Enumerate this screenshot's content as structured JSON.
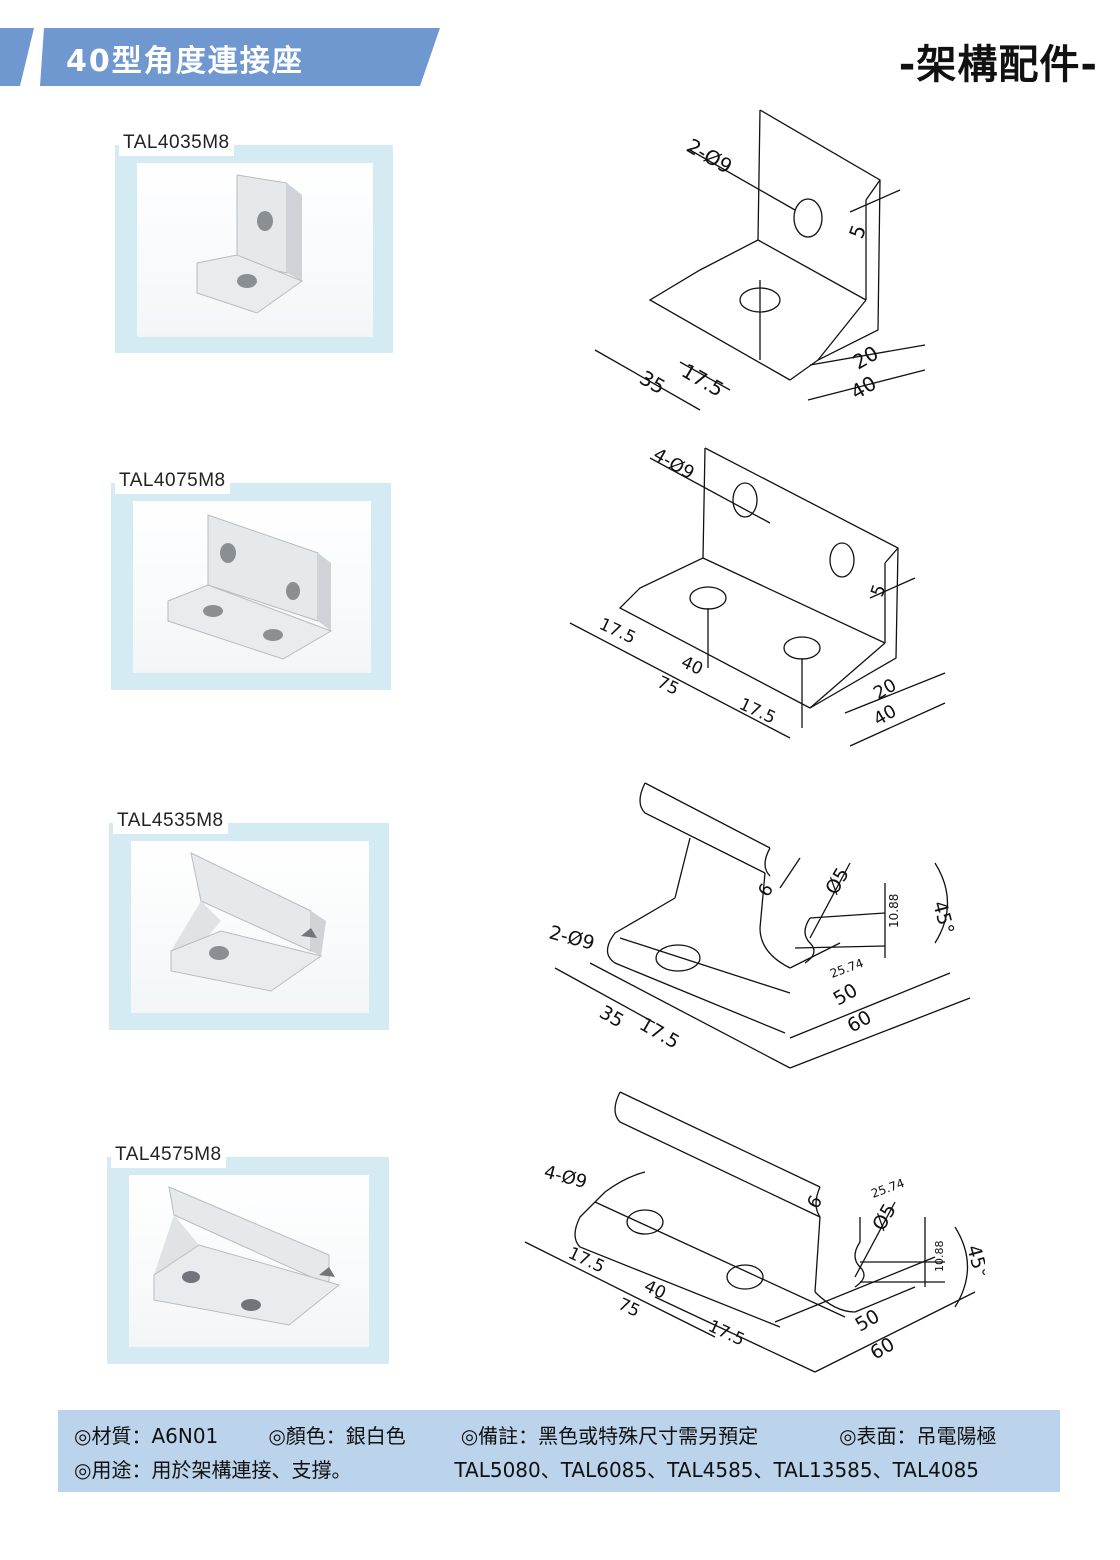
{
  "header": {
    "banner_title": "40型角度連接座",
    "section_title": "-架構配件-",
    "banner_color": "#6f98d0"
  },
  "products": [
    {
      "model": "TAL4035M8",
      "dims": {
        "holes": "2-Ø9",
        "thickness": "5",
        "d20": "20",
        "d40": "40",
        "d35": "35",
        "d17_5": "17.5"
      }
    },
    {
      "model": "TAL4075M8",
      "dims": {
        "holes": "4-Ø9",
        "thickness": "5",
        "d17_5a": "17.5",
        "d40": "40",
        "d75": "75",
        "d17_5b": "17.5",
        "d20": "20",
        "d40b": "40"
      }
    },
    {
      "model": "TAL4535M8",
      "dims": {
        "holes": "2-Ø9",
        "d6": "6",
        "d5": "Ø5",
        "d10_88": "10.88",
        "angle": "45°",
        "d25_74": "25.74",
        "d50": "50",
        "d60": "60",
        "d35": "35",
        "d17_5": "17.5"
      }
    },
    {
      "model": "TAL4575M8",
      "dims": {
        "holes": "4-Ø9",
        "d6": "6",
        "d5": "Ø5",
        "d25_74": "25.74",
        "d10_88": "10.88",
        "angle": "45°",
        "d17_5a": "17.5",
        "d40": "40",
        "d75": "75",
        "d17_5b": "17.5",
        "d50": "50",
        "d60": "60"
      }
    }
  ],
  "footer": {
    "material": "◎材質：A6N01",
    "color": "◎顏色：銀白色",
    "note": "◎備註：黑色或特殊尺寸需另預定",
    "surface": "◎表面：吊電陽極",
    "usage": "◎用途：用於架構連接、支撐。",
    "compatible": "TAL5080、TAL6085、TAL4585、TAL13585、TAL4085",
    "bg_color": "#bcd3ec"
  }
}
